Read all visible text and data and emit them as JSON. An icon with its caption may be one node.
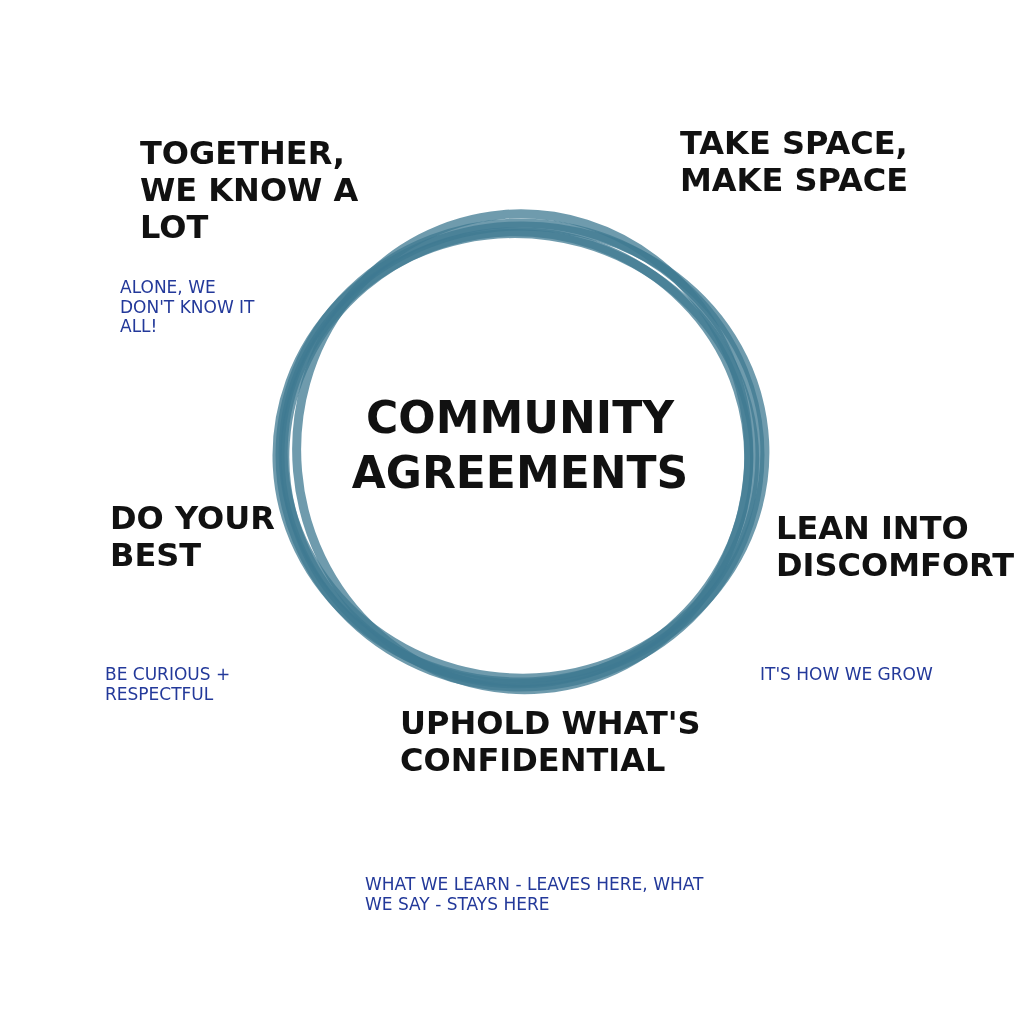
{
  "diagram": {
    "nodes": [
      {
        "text": [
          "COMMUNITY AGREEMENTS"
        ]
      }
    ],
    "labels": [
      "TOGETHER, WE KNOW A LOT",
      "ALONE, WE DON'T KNOW IT ALL!",
      "TAKE SPACE, MAKE SPACE",
      "DO YOUR BEST",
      "BE CURIOUS + RESPECTFUL",
      "LEAN INTO DISCOMFORT",
      "IT'S HOW WE GROW",
      "UPHOLD WHAT'S CONFIDENTIAL",
      "WHAT WE LEARN - LEAVES HERE, WHAT WE SAY - STAYS HERE"
    ]
  }
}
